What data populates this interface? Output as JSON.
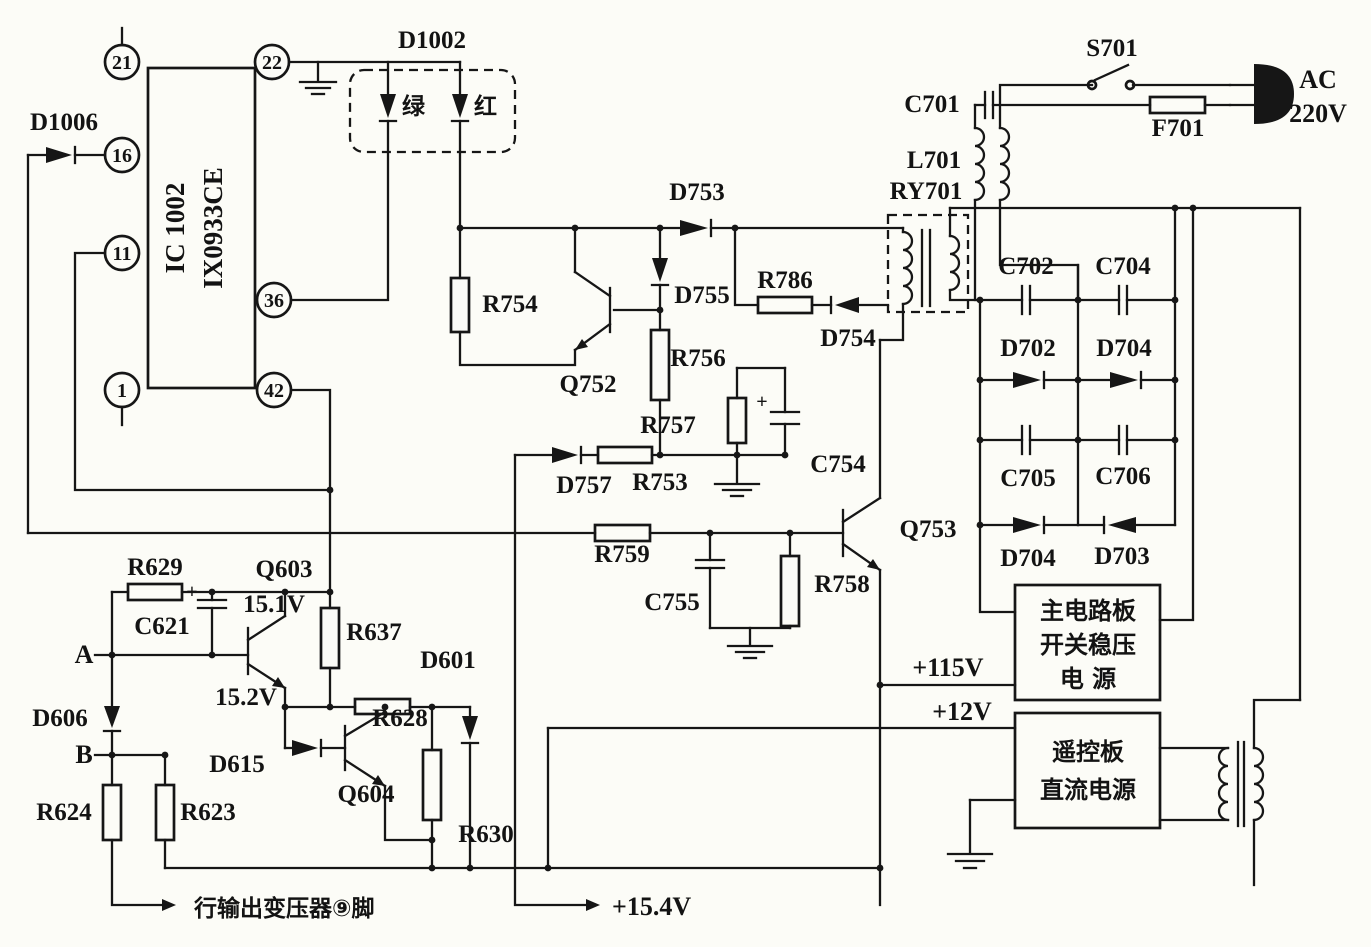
{
  "schematic": {
    "ic": {
      "name1": "IC 1002",
      "name2": "IX0933CE",
      "pins": {
        "p21": "21",
        "p22": "22",
        "p16": "16",
        "p11": "11",
        "p36": "36",
        "p1": "1",
        "p42": "42"
      }
    },
    "indicator": {
      "box": "D1002",
      "green": "绿",
      "red": "红"
    },
    "power_input": {
      "switch": "S701",
      "fuse": "F701",
      "ac": "AC",
      "voltage": "220V",
      "cap": "C701",
      "choke": "L701",
      "transformer": "RY701"
    },
    "primary": {
      "d1006": "D1006",
      "d753": "D753",
      "d755": "D755",
      "r754": "R754",
      "r786": "R786",
      "d754": "D754",
      "q752": "Q752",
      "r756": "R756",
      "r757": "R757",
      "r753": "R753",
      "d757": "D757",
      "c754": "C754",
      "r759": "R759",
      "q753": "Q753",
      "c755": "C755",
      "r758": "R758"
    },
    "rectifier": {
      "c702": "C702",
      "c704": "C704",
      "d702": "D702",
      "d704a": "D704",
      "c705": "C705",
      "c706": "C706",
      "d704b": "D704",
      "d703": "D703"
    },
    "low_voltage": {
      "r629": "R629",
      "q603": "Q603",
      "c621": "C621",
      "v1": "15.1V",
      "node_a": "A",
      "r637": "R637",
      "d601": "D601",
      "v2": "15.2V",
      "r628": "R628",
      "d606": "D606",
      "node_b": "B",
      "d615": "D615",
      "q604": "Q604",
      "r624": "R624",
      "r623": "R623",
      "r630": "R630"
    },
    "rails": {
      "v115": "+115V",
      "v12": "+12V",
      "v154": "+15.4V",
      "flyback_note": "行输出变压器⑨脚"
    },
    "modules": {
      "main1": "主电路板",
      "main2": "开关稳压",
      "main3": "电  源",
      "remote1": "遥控板",
      "remote2": "直流电源"
    },
    "misc": {
      "plus": "+"
    }
  }
}
